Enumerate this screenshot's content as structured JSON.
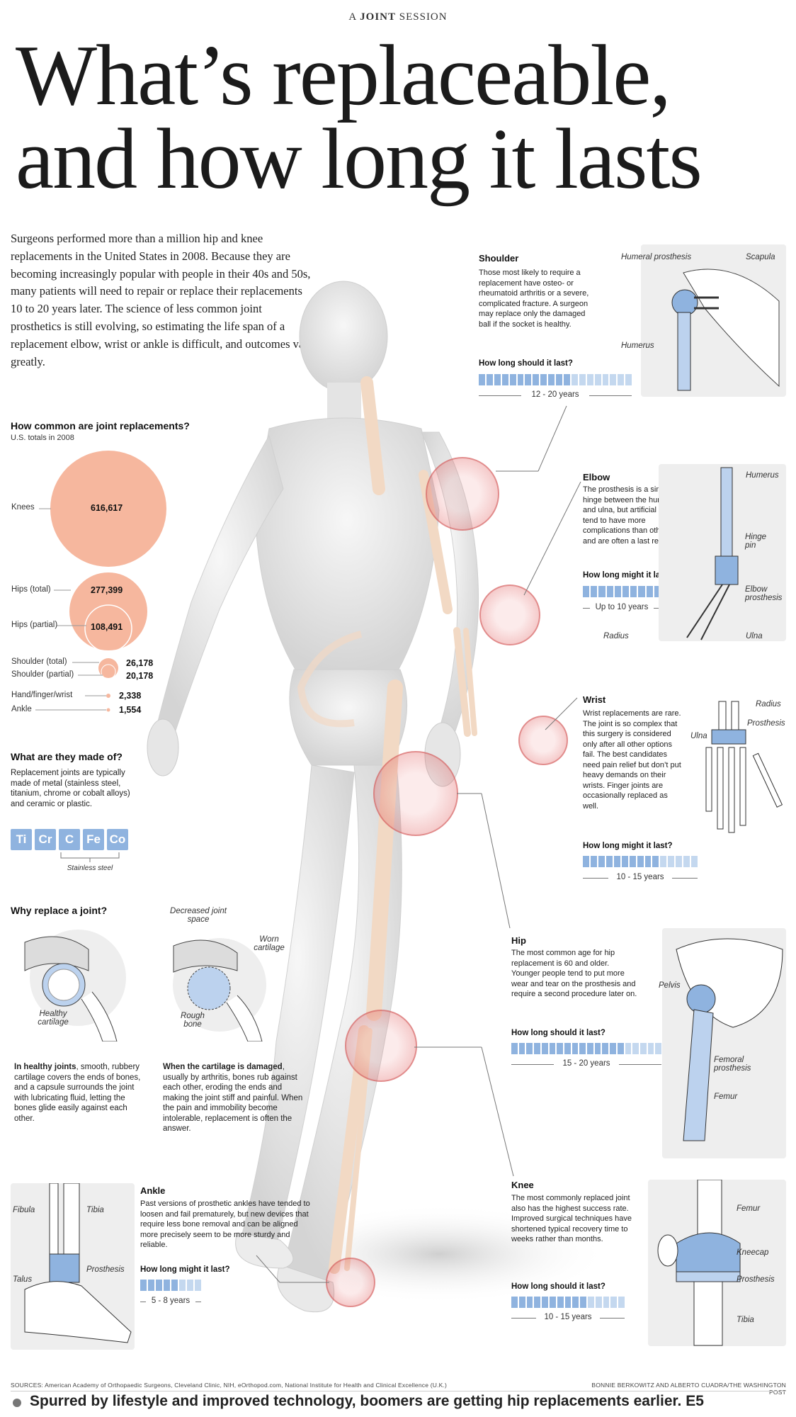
{
  "kicker": {
    "prefix": "A",
    "bold": "JOINT",
    "suffix": "SESSION"
  },
  "headline": {
    "line1": "What’s replaceable,",
    "line2": "and how long it lasts"
  },
  "intro": "Surgeons performed more than a million hip and knee replacements in the United States in 2008. Because they are becoming increasingly popular with people in their 40s and 50s, many patients will need to repair or replace their replacements 10 to 20 years later. The science of less common joint prosthetics is still evolving, so estimating the life span of a replacement elbow, wrist or ankle is difficult, and outcomes vary greatly.",
  "common": {
    "title": "How common are joint replacements?",
    "subtitle": "U.S. totals in 2008",
    "items": [
      {
        "label": "Knees",
        "value": "616,617",
        "n": 616617
      },
      {
        "label": "Hips (total)",
        "value": "277,399",
        "n": 277399
      },
      {
        "label": "Hips (partial)",
        "value": "108,491",
        "n": 108491
      },
      {
        "label": "Shoulder (total)",
        "value": "26,178",
        "n": 26178
      },
      {
        "label": "Shoulder (partial)",
        "value": "20,178",
        "n": 20178
      },
      {
        "label": "Hand/finger/wrist",
        "value": "2,338",
        "n": 2338
      },
      {
        "label": "Ankle",
        "value": "1,554",
        "n": 1554
      }
    ],
    "bubble_color": "#f6b79e"
  },
  "materials": {
    "title": "What are they made of?",
    "text": "Replacement joints are typically made of metal (stainless steel, titanium, chrome or cobalt alloys) and ceramic or plastic.",
    "elements": [
      "Ti",
      "Cr",
      "C",
      "Fe",
      "Co"
    ],
    "bracket_label": "Stainless steel",
    "tile_color": "#8fb3df"
  },
  "why": {
    "title": "Why replace a joint?",
    "healthy_label": "Healthy cartilage",
    "decreased_label": "Decreased joint space",
    "worn_label": "Worn cartilage",
    "rough_label": "Rough bone",
    "healthy_bold": "In healthy joints",
    "healthy_text": ", smooth, rubbery cartilage covers the ends of bones, and a capsule surrounds the joint with lubricating fluid, letting the bones glide easily against each other.",
    "damaged_bold": "When the cartilage is damaged",
    "damaged_text": ", usually by arthritis, bones rub against each other, eroding the ends and making the joint stiff and painful. When the pain and immobility become intolerable, replacement is often the answer."
  },
  "joints": {
    "shoulder": {
      "title": "Shoulder",
      "text": "Those most likely to require a replacement have osteo- or rheumatoid arthritis or a severe, complicated fracture. A surgeon may replace only the damaged ball if the socket is healthy.",
      "question": "How long should it last?",
      "range": "12 - 20 years",
      "labels": [
        "Humeral prosthesis",
        "Scapula",
        "Humerus"
      ]
    },
    "elbow": {
      "title": "Elbow",
      "text": "The prosthesis is a simple hinge between the humerus and ulna, but artificial elbows tend to have more complications than other joints and are often a last resort.",
      "question": "How long might it last?",
      "range": "Up to 10 years",
      "labels": [
        "Humerus",
        "Hinge pin",
        "Elbow prosthesis",
        "Radius",
        "Ulna"
      ]
    },
    "wrist": {
      "title": "Wrist",
      "text": "Wrist replacements are rare. The joint is so complex that this surgery is considered only after all other options fail. The best candidates need pain relief but don’t put heavy demands on their wrists. Finger joints are occasionally replaced as well.",
      "question": "How long might it last?",
      "range": "10 - 15 years",
      "labels": [
        "Radius",
        "Ulna",
        "Prosthesis"
      ]
    },
    "hip": {
      "title": "Hip",
      "text": "The most common age for hip replacement is 60 and older. Younger people tend to put more wear and tear on the prosthesis and require a second procedure later on.",
      "question": "How long should it last?",
      "range": "15 - 20 years",
      "labels": [
        "Pelvis",
        "Femoral prosthesis",
        "Femur"
      ]
    },
    "knee": {
      "title": "Knee",
      "text": "The most commonly replaced joint also has the highest success rate. Improved surgical techniques have shortened typical recovery time to weeks rather than months.",
      "question": "How long should it last?",
      "range": "10 - 15 years",
      "labels": [
        "Femur",
        "Kneecap",
        "Prosthesis",
        "Tibia"
      ]
    },
    "ankle": {
      "title": "Ankle",
      "text": "Past versions of prosthetic ankles have tended to loosen and fail prematurely, but new devices that require less bone removal and can be aligned more precisely seem to be more sturdy and reliable.",
      "question": "How long might it last?",
      "range": "5 - 8 years",
      "labels": [
        "Fibula",
        "Tibia",
        "Prosthesis",
        "Talus"
      ]
    }
  },
  "footer": {
    "sources": "SOURCES: American Academy of Orthopaedic Surgeons, Cleveland Clinic, NIH, eOrthopod.com, National Institute for Health and Clinical Excellence (U.K.)",
    "credit": "BONNIE BERKOWITZ AND ALBERTO CUADRA/THE WASHINGTON POST",
    "teaser": "Spurred by lifestyle and improved technology, boomers are getting hip replacements earlier. E5"
  },
  "colors": {
    "accent_blue": "#8fb3df",
    "light_blue": "#c4d8ef",
    "highlight_red": "#d85a5a",
    "bone": "#f2d9c4"
  }
}
